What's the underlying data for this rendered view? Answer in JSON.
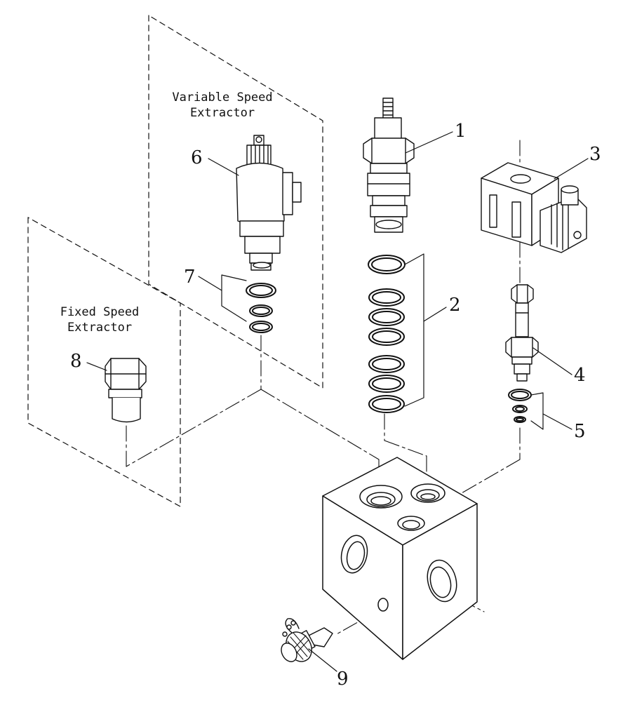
{
  "labels": {
    "variable_speed_line1": "Variable Speed",
    "variable_speed_line2": "Extractor",
    "fixed_speed_line1": "Fixed Speed",
    "fixed_speed_line2": "Extractor"
  },
  "callouts": [
    "1",
    "2",
    "3",
    "4",
    "5",
    "6",
    "7",
    "8",
    "9"
  ],
  "colors": {
    "line": "#111111",
    "background": "#ffffff"
  }
}
